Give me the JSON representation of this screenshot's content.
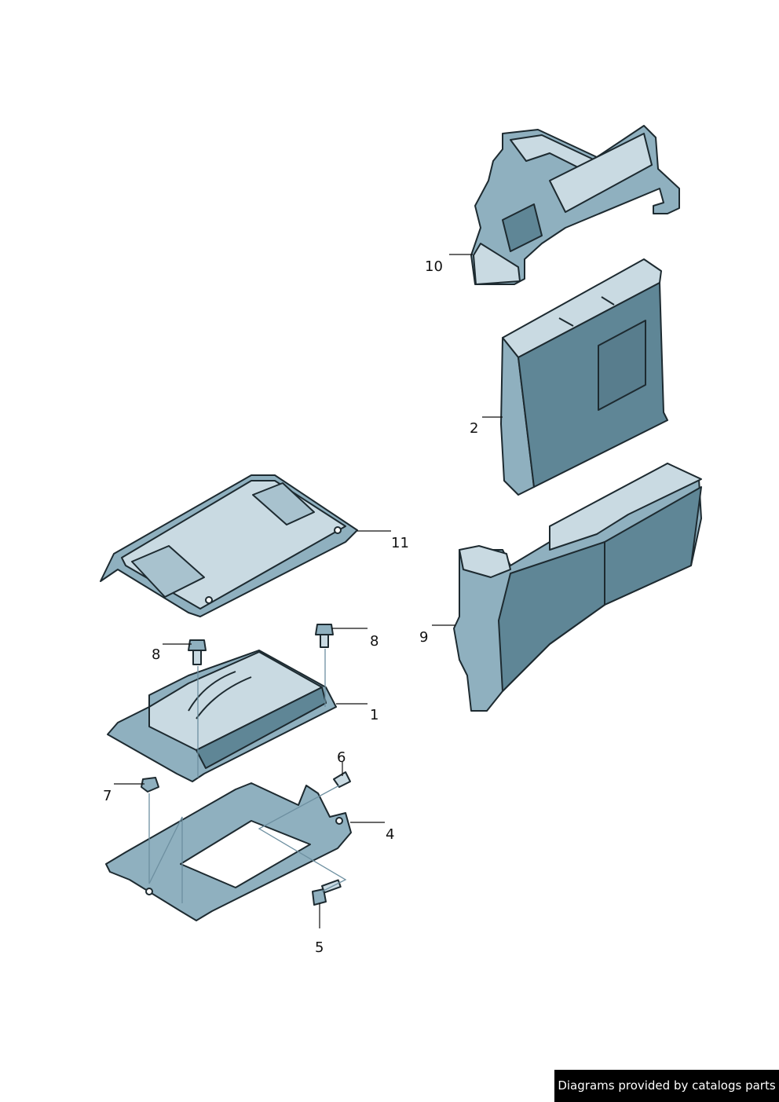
{
  "diagram": {
    "callouts": [
      "10",
      "2",
      "11",
      "9",
      "8",
      "8",
      "1",
      "6",
      "7",
      "4",
      "5"
    ],
    "colors": {
      "dark": "#5f8696",
      "mid": "#8fb0bf",
      "light": "#c9dae2",
      "outline": "#1d2a30"
    }
  },
  "footer": {
    "text": "Diagrams provided by catalogs parts"
  }
}
